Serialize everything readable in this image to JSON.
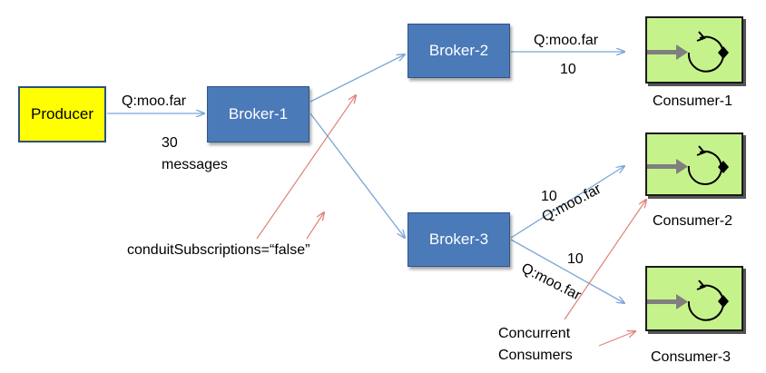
{
  "producer": {
    "label": "Producer"
  },
  "brokers": [
    {
      "label": "Broker-1"
    },
    {
      "label": "Broker-2"
    },
    {
      "label": "Broker-3"
    }
  ],
  "consumers": [
    {
      "label": "Consumer-1",
      "icon": "polling-consumer-icon"
    },
    {
      "label": "Consumer-2",
      "icon": "polling-consumer-icon"
    },
    {
      "label": "Consumer-3",
      "icon": "polling-consumer-icon"
    }
  ],
  "edges": {
    "producer_to_broker1": {
      "queue": "Q:moo.far",
      "count": "30",
      "unit": "messages"
    },
    "broker2_to_consumer1": {
      "queue": "Q:moo.far",
      "count": "10"
    },
    "broker3_to_consumer2": {
      "queue": "Q:moo.far",
      "count": "10"
    },
    "broker3_to_consumer3": {
      "queue": "Q:moo.far",
      "count": "10"
    }
  },
  "annotations": {
    "conduit": "conduitSubscriptions=“false”",
    "concurrent_line1": "Concurrent",
    "concurrent_line2": "Consumers"
  },
  "colors": {
    "producer_fill": "#ffff00",
    "broker_fill": "#4a7ab8",
    "consumer_fill": "#c6f28c",
    "connector": "#7aa6d6",
    "annotation_arrow": "#e0807a",
    "consumer_arrow": "#7f7f7f"
  }
}
